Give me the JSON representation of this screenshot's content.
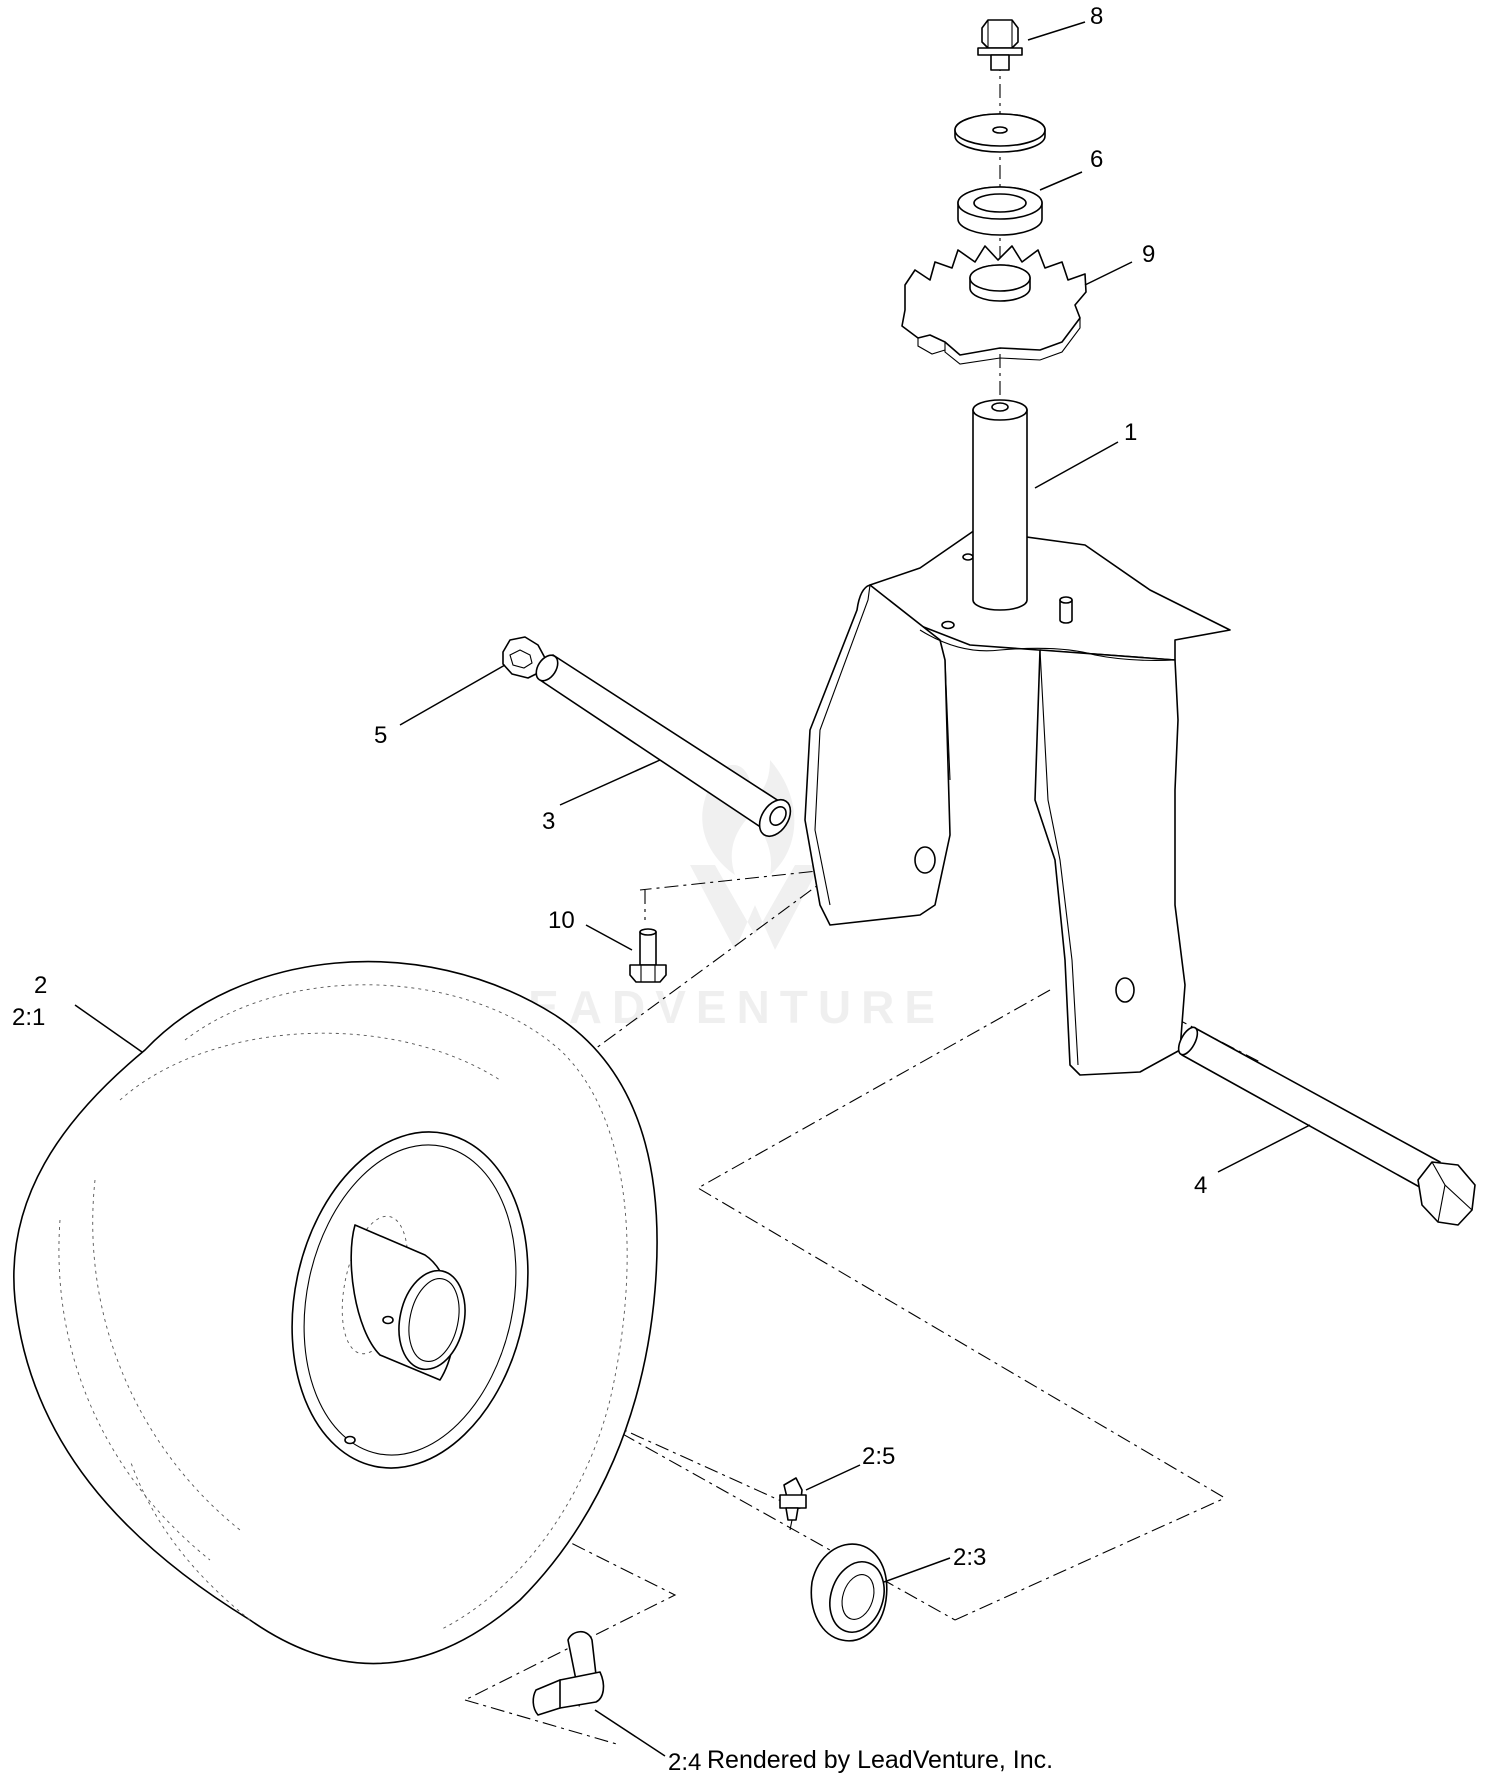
{
  "callouts": {
    "c1": "1",
    "c2": "2",
    "c2_1": "2:1",
    "c2_3": "2:3",
    "c2_4": "2:4",
    "c2_5": "2:5",
    "c3": "3",
    "c4": "4",
    "c5": "5",
    "c6": "6",
    "c8": "8",
    "c9": "9",
    "c10": "10"
  },
  "credit": "Rendered by LeadVenture, Inc.",
  "watermark": "LEADVENTURE"
}
